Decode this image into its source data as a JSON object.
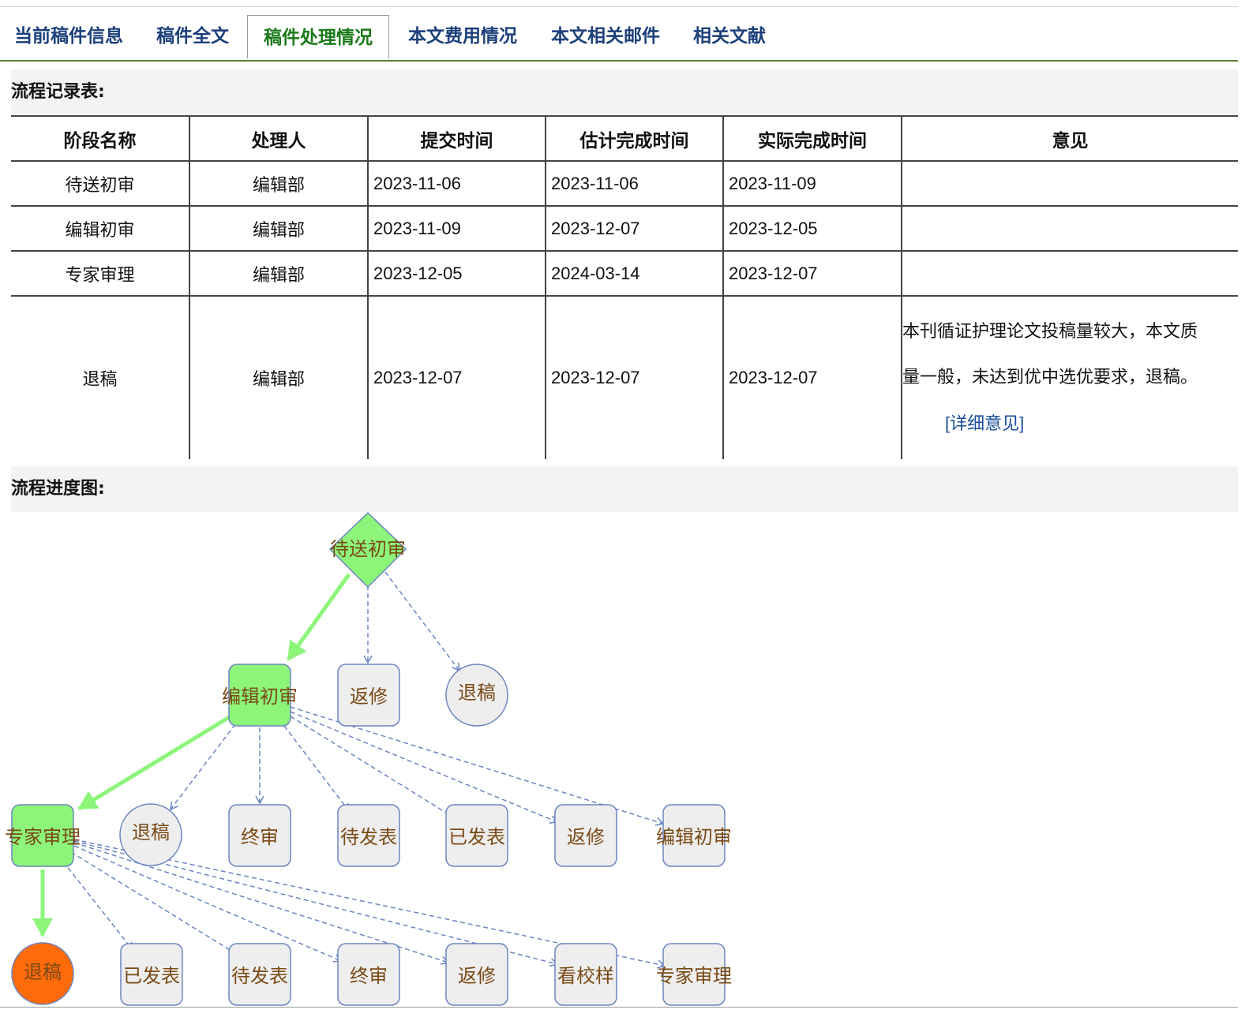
{
  "tabs": [
    {
      "label": "当前稿件信息"
    },
    {
      "label": "稿件全文"
    },
    {
      "label": "稿件处理情况",
      "active": true
    },
    {
      "label": "本文费用情况"
    },
    {
      "label": "本文相关邮件"
    },
    {
      "label": "相关文献"
    }
  ],
  "records_title": "流程记录表:",
  "records": {
    "headers": [
      "阶段名称",
      "处理人",
      "提交时间",
      "估计完成时间",
      "实际完成时间",
      "意见"
    ],
    "rows": [
      {
        "stage": "待送初审",
        "handler": "编辑部",
        "submitted": "2023-11-06",
        "estimated": "2023-11-06",
        "actual": "2023-11-09",
        "opinion": ""
      },
      {
        "stage": "编辑初审",
        "handler": "编辑部",
        "submitted": "2023-11-09",
        "estimated": "2023-12-07",
        "actual": "2023-12-05",
        "opinion": ""
      },
      {
        "stage": "专家审理",
        "handler": "编辑部",
        "submitted": "2023-12-05",
        "estimated": "2024-03-14",
        "actual": "2023-12-07",
        "opinion": ""
      },
      {
        "stage": "退稿",
        "handler": "编辑部",
        "submitted": "2023-12-07",
        "estimated": "2023-12-07",
        "actual": "2023-12-07",
        "opinion_line1": "本刊循证护理论文投稿量较大，本文质",
        "opinion_line2": "量一般，未达到优中选优要求，退稿。",
        "detail_link": "[详细意见]"
      }
    ]
  },
  "flow_title": "流程进度图:",
  "flow": {
    "nodes": [
      {
        "id": "n1",
        "label": "待送初审",
        "shape": "diamond",
        "state": "done"
      },
      {
        "id": "n2",
        "label": "编辑初审",
        "shape": "rounded",
        "state": "done"
      },
      {
        "id": "n3",
        "label": "返修",
        "shape": "rounded",
        "state": "option"
      },
      {
        "id": "n4",
        "label": "退稿",
        "shape": "circle",
        "state": "option"
      },
      {
        "id": "n5",
        "label": "专家审理",
        "shape": "rounded",
        "state": "done"
      },
      {
        "id": "n6",
        "label": "退稿",
        "shape": "circle",
        "state": "option"
      },
      {
        "id": "n7",
        "label": "终审",
        "shape": "rounded",
        "state": "option"
      },
      {
        "id": "n8",
        "label": "待发表",
        "shape": "rounded",
        "state": "option"
      },
      {
        "id": "n9",
        "label": "已发表",
        "shape": "rounded",
        "state": "option"
      },
      {
        "id": "n10",
        "label": "返修",
        "shape": "rounded",
        "state": "option"
      },
      {
        "id": "n11",
        "label": "编辑初审",
        "shape": "rounded",
        "state": "option"
      },
      {
        "id": "n12",
        "label": "退稿",
        "shape": "circle",
        "state": "current"
      },
      {
        "id": "n13",
        "label": "已发表",
        "shape": "rounded",
        "state": "option"
      },
      {
        "id": "n14",
        "label": "待发表",
        "shape": "rounded",
        "state": "option"
      },
      {
        "id": "n15",
        "label": "终审",
        "shape": "rounded",
        "state": "option"
      },
      {
        "id": "n16",
        "label": "返修",
        "shape": "rounded",
        "state": "option"
      },
      {
        "id": "n17",
        "label": "看校样",
        "shape": "rounded",
        "state": "option"
      },
      {
        "id": "n18",
        "label": "专家审理",
        "shape": "rounded",
        "state": "option"
      }
    ],
    "colors": {
      "done": "#8cf57a",
      "current": "#ff6a0a",
      "option": "#eeeeee",
      "stroke": "#6a85c0",
      "path": "#8cf57a"
    }
  }
}
